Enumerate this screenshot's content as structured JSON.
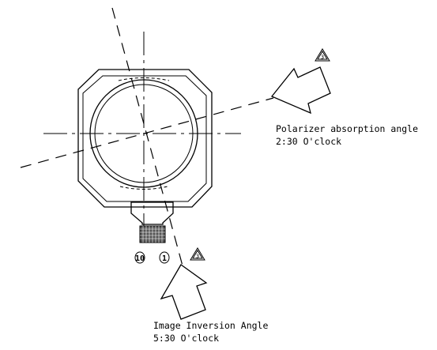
{
  "annotations": {
    "polarizer_label": "Polarizer absorption angle",
    "polarizer_clock": "2:30 O'clock",
    "inversion_label": "Image Inversion Angle",
    "inversion_clock": "5:30 O'clock",
    "revision_mark_1": "3",
    "revision_mark_2": "3",
    "pin_label_left": "10",
    "pin_label_right": "1"
  }
}
